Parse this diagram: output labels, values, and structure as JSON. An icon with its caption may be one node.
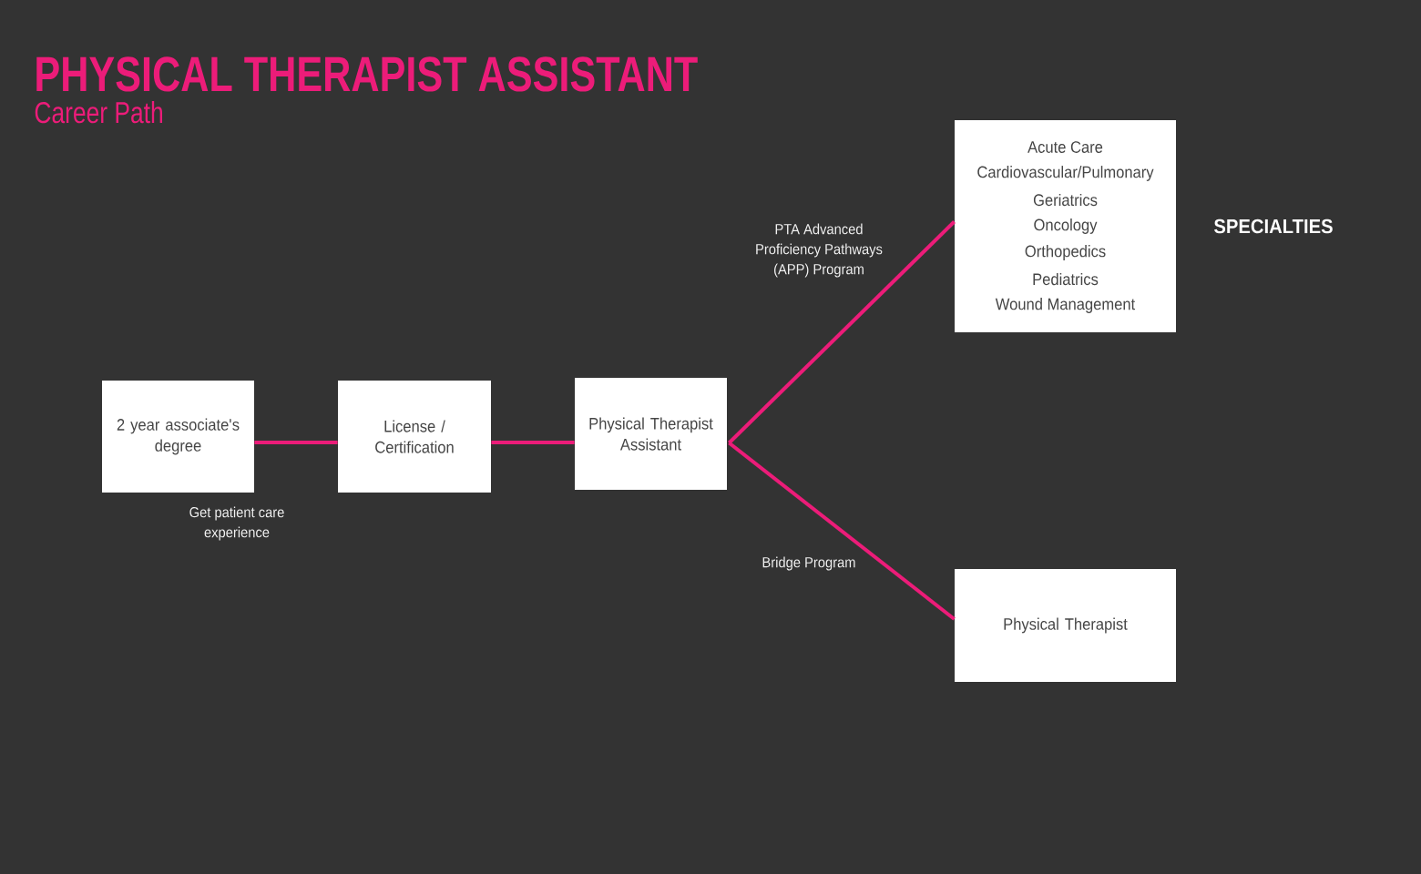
{
  "diagram": {
    "title": "PHYSICAL THERAPIST ASSISTANT",
    "nodes": [
      {
        "text": [
          "2 year associate's degree"
        ]
      },
      {
        "text": [
          "License / Certification"
        ]
      },
      {
        "text": [
          "Physical Therapist Assistant"
        ]
      },
      {
        "text": [
          "Acute Care",
          "Cardiovascular/Pulmonary",
          "Geriatrics",
          "Oncology",
          "Orthopedics",
          "Pediatrics",
          "Wound Management"
        ],
        "beside": [
          "SPECIALTIES"
        ]
      },
      {
        "text": [
          "Physical Therapist"
        ]
      }
    ],
    "edges": [
      {
        "from": 0,
        "to": 1,
        "arrow": "none",
        "label": "Get patient care experience"
      },
      {
        "from": 1,
        "to": 2,
        "arrow": "none"
      },
      {
        "from": 2,
        "to": 3,
        "arrow": "none",
        "label": "PTA Advanced Proficiency Pathways (APP) Program"
      },
      {
        "from": 2,
        "to": 4,
        "arrow": "none",
        "label": "Bridge Program"
      }
    ],
    "labels": [
      "Career Path"
    ]
  }
}
